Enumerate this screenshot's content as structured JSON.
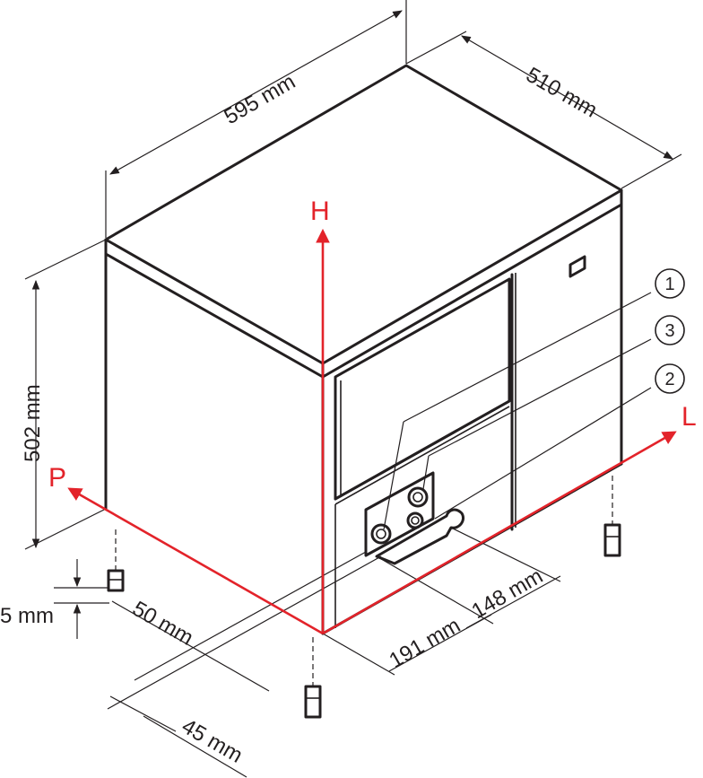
{
  "dimensions": {
    "width": "595 mm",
    "depth": "510 mm",
    "height": "502 mm",
    "foot_height": "5 mm",
    "offset_50": "50 mm",
    "offset_45": "45 mm",
    "offset_191": "191 mm",
    "offset_148": "148 mm"
  },
  "axes": {
    "height_label": "H",
    "length_label": "L",
    "depth_label": "P"
  },
  "callouts": [
    "1",
    "3",
    "2"
  ],
  "colors": {
    "axis": "#e3232a",
    "line": "#231f20"
  }
}
